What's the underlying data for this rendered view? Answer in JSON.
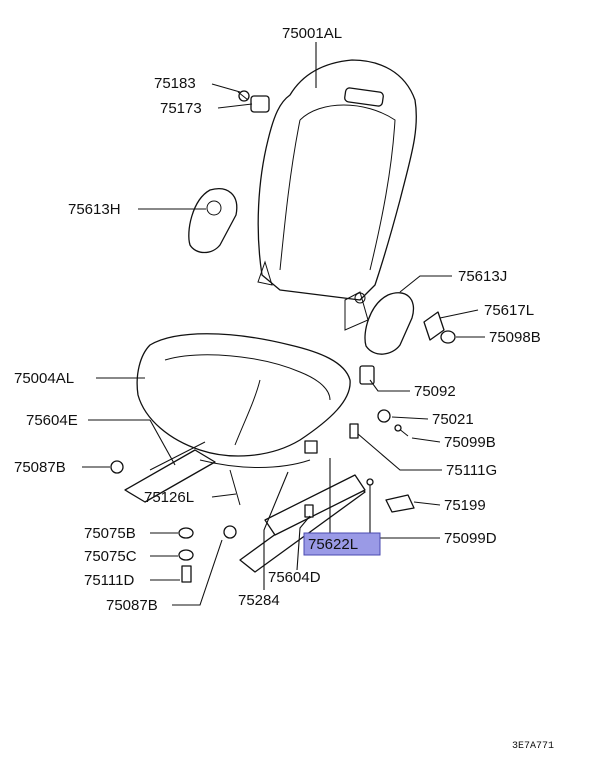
{
  "diagram": {
    "highlighted_part": "75622L",
    "highlight_color": "#9a9ae6",
    "parts": [
      {
        "id": "p75001AL",
        "number": "75001AL"
      },
      {
        "id": "p75183",
        "number": "75183"
      },
      {
        "id": "p75173",
        "number": "75173"
      },
      {
        "id": "p75613H",
        "number": "75613H"
      },
      {
        "id": "p75613J",
        "number": "75613J"
      },
      {
        "id": "p75617L",
        "number": "75617L"
      },
      {
        "id": "p75098B",
        "number": "75098B"
      },
      {
        "id": "p75004AL",
        "number": "75004AL"
      },
      {
        "id": "p75092",
        "number": "75092"
      },
      {
        "id": "p75021",
        "number": "75021"
      },
      {
        "id": "p75604E",
        "number": "75604E"
      },
      {
        "id": "p75099B",
        "number": "75099B"
      },
      {
        "id": "p75087B_1",
        "number": "75087B"
      },
      {
        "id": "p75111G",
        "number": "75111G"
      },
      {
        "id": "p75126L",
        "number": "75126L"
      },
      {
        "id": "p75199",
        "number": "75199"
      },
      {
        "id": "p75075B",
        "number": "75075B"
      },
      {
        "id": "p75622L",
        "number": "75622L"
      },
      {
        "id": "p75099D",
        "number": "75099D"
      },
      {
        "id": "p75075C",
        "number": "75075C"
      },
      {
        "id": "p75604D",
        "number": "75604D"
      },
      {
        "id": "p75111D",
        "number": "75111D"
      },
      {
        "id": "p75087B_2",
        "number": "75087B"
      },
      {
        "id": "p75284",
        "number": "75284"
      }
    ],
    "drawing_code": "3E7A771"
  }
}
